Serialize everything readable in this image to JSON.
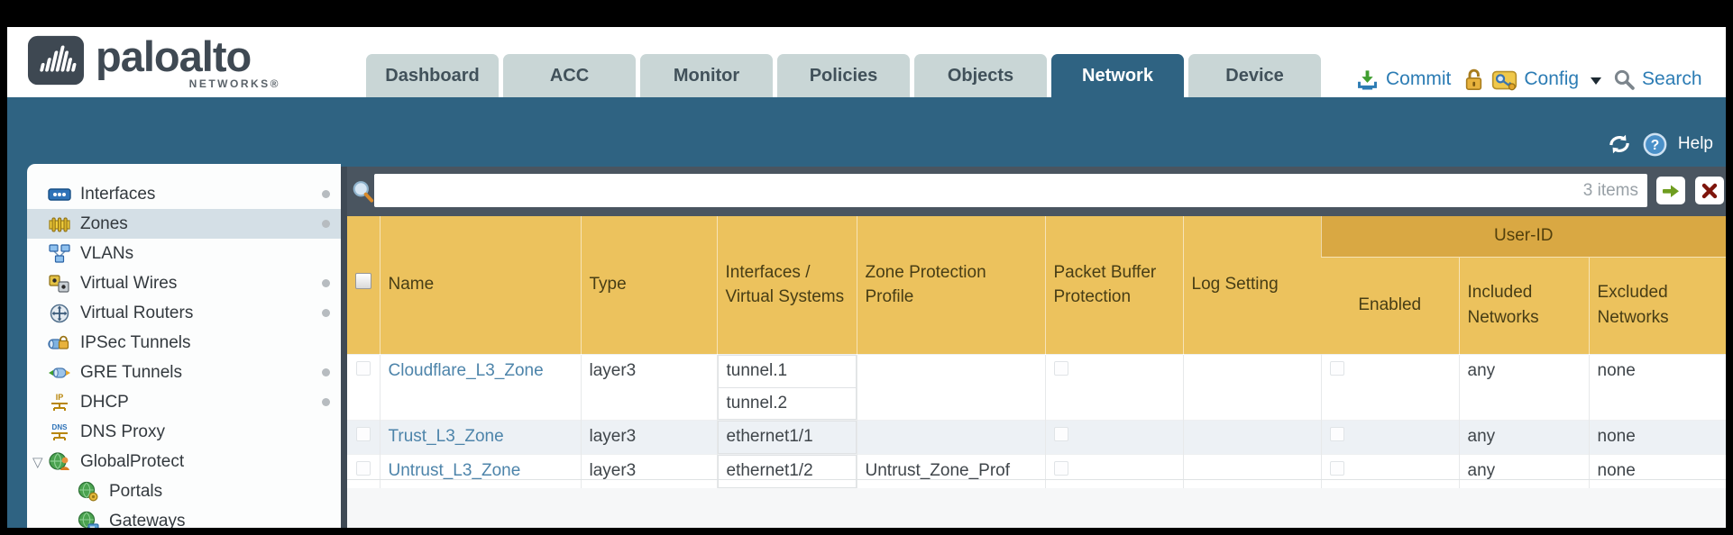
{
  "colors": {
    "teal_band": "#2f6382",
    "header_gold": "#ecc25d",
    "userid_gold": "#d9a843",
    "filterbar_slate": "#4a5560",
    "link_blue": "#4d84aa",
    "action_blue": "#2c7cb4",
    "selected_row": "#d4dfe6"
  },
  "header": {
    "logo": {
      "text": "paloalto",
      "sub": "NETWORKS®"
    },
    "tabs": [
      {
        "label": "Dashboard",
        "active": false
      },
      {
        "label": "ACC",
        "active": false
      },
      {
        "label": "Monitor",
        "active": false
      },
      {
        "label": "Policies",
        "active": false
      },
      {
        "label": "Objects",
        "active": false
      },
      {
        "label": "Network",
        "active": true
      },
      {
        "label": "Device",
        "active": false
      }
    ],
    "actions": {
      "commit": "Commit",
      "config": "Config",
      "search": "Search"
    }
  },
  "toolbar": {
    "help": "Help"
  },
  "sidebar": {
    "items": [
      {
        "label": "Interfaces",
        "dot": true
      },
      {
        "label": "Zones",
        "dot": true,
        "selected": true
      },
      {
        "label": "VLANs"
      },
      {
        "label": "Virtual Wires",
        "dot": true
      },
      {
        "label": "Virtual Routers",
        "dot": true
      },
      {
        "label": "IPSec Tunnels"
      },
      {
        "label": "GRE Tunnels",
        "dot": true
      },
      {
        "label": "DHCP",
        "dot": true
      },
      {
        "label": "DNS Proxy",
        "dot": true
      },
      {
        "label": "GlobalProtect",
        "expanded": true,
        "expander": "▽"
      },
      {
        "label": "Portals",
        "child": true
      },
      {
        "label": "Gateways",
        "child": true
      }
    ]
  },
  "filter": {
    "count": "3 items"
  },
  "table": {
    "group_header": "User-ID",
    "columns": {
      "name": "Name",
      "type": "Type",
      "interfaces": "Interfaces / Virtual Systems",
      "zone_protection": "Zone Protection Profile",
      "packet_buffer": "Packet Buffer Protection",
      "log_setting": "Log Setting",
      "enabled": "Enabled",
      "included": "Included Networks",
      "excluded": "Excluded Networks"
    },
    "rows": [
      {
        "name": "Cloudflare_L3_Zone",
        "type": "layer3",
        "interfaces": [
          "tunnel.1",
          "tunnel.2"
        ],
        "zone_protection": "",
        "included": "any",
        "excluded": "none"
      },
      {
        "name": "Trust_L3_Zone",
        "type": "layer3",
        "interfaces": [
          "ethernet1/1"
        ],
        "zone_protection": "",
        "included": "any",
        "excluded": "none"
      },
      {
        "name": "Untrust_L3_Zone",
        "type": "layer3",
        "interfaces": [
          "ethernet1/2"
        ],
        "zone_protection": "Untrust_Zone_Prof",
        "included": "any",
        "excluded": "none"
      }
    ]
  }
}
